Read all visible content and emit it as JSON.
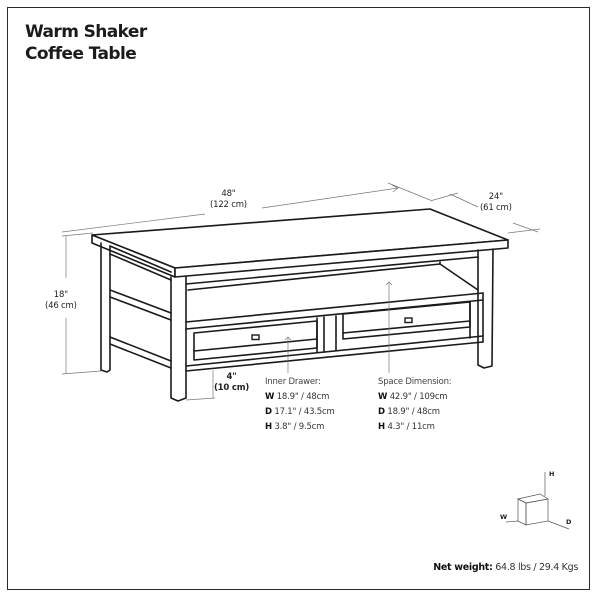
{
  "title": {
    "line1": "Warm Shaker",
    "line2": "Coffee Table"
  },
  "dimensions": {
    "width": {
      "imperial": "48\"",
      "metric": "(122 cm)"
    },
    "depth": {
      "imperial": "24\"",
      "metric": "(61 cm)"
    },
    "height": {
      "imperial": "18\"",
      "metric": "(46 cm)"
    },
    "clearance": {
      "imperial": "4\"",
      "metric": "(10 cm)"
    }
  },
  "inner_drawer": {
    "heading": "Inner Drawer:",
    "rows": [
      {
        "key": "W",
        "value": "18.9\" / 48cm"
      },
      {
        "key": "D",
        "value": "17.1\" / 43.5cm"
      },
      {
        "key": "H",
        "value": "3.8\" / 9.5cm"
      }
    ]
  },
  "space_dimension": {
    "heading": "Space Dimension:",
    "rows": [
      {
        "key": "W",
        "value": "42.9\" / 109cm"
      },
      {
        "key": "D",
        "value": "18.9\" / 48cm"
      },
      {
        "key": "H",
        "value": "4.3\" / 11cm"
      }
    ]
  },
  "axis_legend": {
    "h": "H",
    "w": "W",
    "d": "D"
  },
  "net_weight": {
    "label": "Net weight:",
    "value": "64.8 lbs / 29.4 Kgs"
  }
}
